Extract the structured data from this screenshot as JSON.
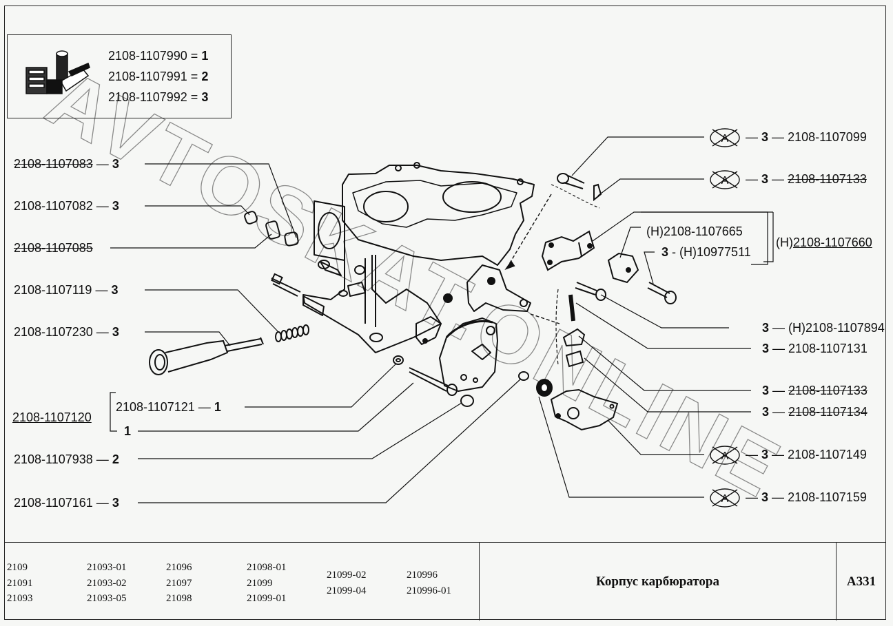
{
  "diagram": {
    "title": "Корпус карбюратора",
    "sheet_code": "A331",
    "watermark": "AVTOSKAT.ONLINE",
    "kit_legend": [
      {
        "part": "2108-1107990",
        "sep": "=",
        "kit": "1"
      },
      {
        "part": "2108-1107991",
        "sep": "=",
        "kit": "2"
      },
      {
        "part": "2108-1107992",
        "sep": "=",
        "kit": "3"
      }
    ],
    "left_callouts": [
      {
        "part": "2108-1107083",
        "qty": "3",
        "style": "strike"
      },
      {
        "part": "2108-1107082",
        "qty": "3",
        "style": "normal"
      },
      {
        "part": "2108-1107085",
        "qty": "",
        "style": "strike"
      },
      {
        "part": "2108-1107119",
        "qty": "3",
        "style": "normal"
      },
      {
        "part": "2108-1107230",
        "qty": "3",
        "style": "normal"
      },
      {
        "part": "2108-1107938",
        "qty": "2",
        "style": "normal"
      },
      {
        "part": "2108-1107161",
        "qty": "3",
        "style": "normal"
      }
    ],
    "assembly_group": {
      "part": "2108-1107120",
      "children": [
        {
          "part": "2108-1107121",
          "qty": "1"
        },
        {
          "part": "",
          "qty": "1"
        }
      ]
    },
    "right_callouts": [
      {
        "part": "2108-1107099",
        "qty": "3",
        "mark": "A-crossed",
        "style": "normal"
      },
      {
        "part": "2108-1107133",
        "qty": "3",
        "mark": "A-crossed",
        "style": "strike"
      },
      {
        "part": "(H)2108-1107894",
        "qty": "3",
        "mark": "",
        "style": "normal"
      },
      {
        "part": "2108-1107131",
        "qty": "3",
        "mark": "",
        "style": "normal"
      },
      {
        "part": "2108-1107133",
        "qty": "3",
        "mark": "",
        "style": "strike"
      },
      {
        "part": "2108-1107134",
        "qty": "3",
        "mark": "",
        "style": "strike"
      },
      {
        "part": "2108-1107149",
        "qty": "3",
        "mark": "A-crossed",
        "style": "normal"
      },
      {
        "part": "2108-1107159",
        "qty": "3",
        "mark": "A-crossed",
        "style": "normal"
      }
    ],
    "bracket_group": {
      "part_prefix": "(H)",
      "part": "2108-1107660",
      "children": [
        {
          "part": "(H)2108-1107665",
          "qty": ""
        },
        {
          "part": "(H)10977511",
          "qty": "3"
        }
      ]
    },
    "a_mark_letter": "A",
    "dash": "—"
  },
  "footer": {
    "model_columns": [
      [
        "2109",
        "21091",
        "21093"
      ],
      [
        "21093-01",
        "21093-02",
        "21093-05"
      ],
      [
        "21096",
        "21097",
        "21098"
      ],
      [
        "21098-01",
        "21099",
        "21099-01"
      ],
      [
        "21099-02",
        "21099-04"
      ],
      [
        "210996",
        "210996-01"
      ]
    ]
  }
}
